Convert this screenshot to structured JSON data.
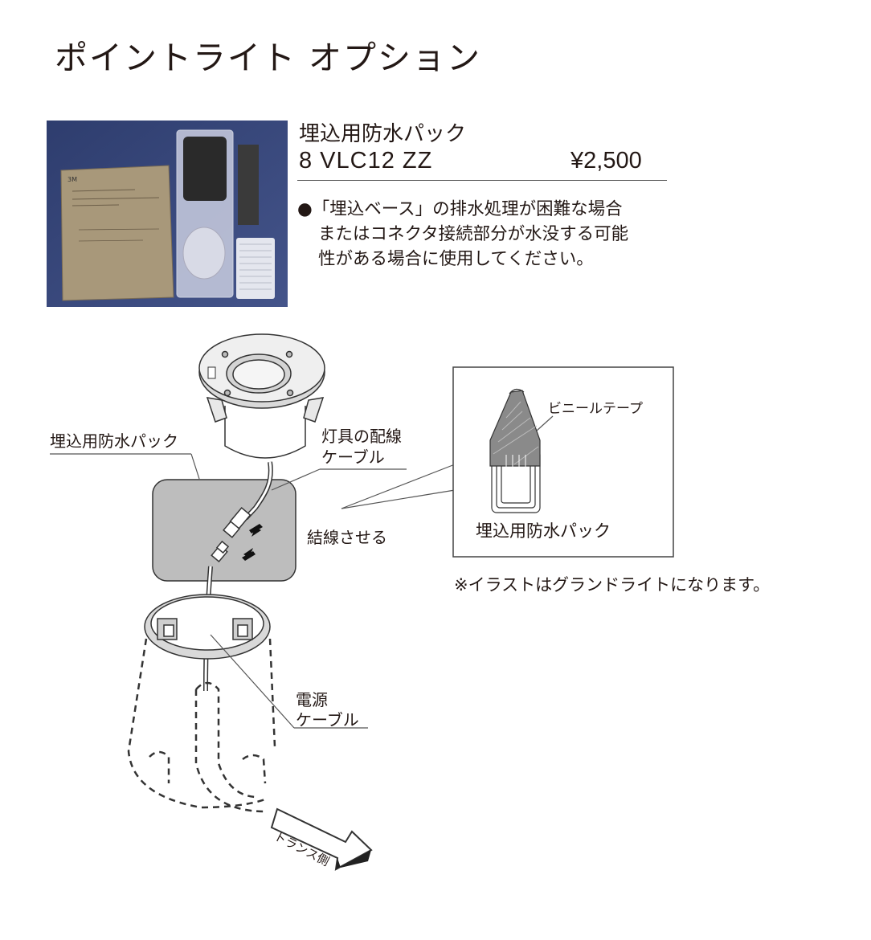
{
  "page": {
    "title": "ポイントライト オプション"
  },
  "product": {
    "name": "埋込用防水パック",
    "code": "8 VLC12 ZZ",
    "price": "¥2,500",
    "description_lines": [
      "●「埋込ベース」の排水処理が困難な場合",
      "またはコネクタ接続部分が水没する可能",
      "性がある場合に使用してください。"
    ]
  },
  "diagram": {
    "labels": {
      "pack": "埋込用防水パック",
      "fixture_cable_1": "灯具の配線",
      "fixture_cable_2": "ケーブル",
      "connect": "結線させる",
      "power_cable_1": "電源",
      "power_cable_2": "ケーブル",
      "transformer_side": "トランス側"
    },
    "inset": {
      "tape": "ビニールテープ",
      "pack": "埋込用防水パック"
    },
    "note": "※イラストはグランドライトになります。"
  },
  "colors": {
    "text": "#231815",
    "pack_gray": "#bdbdbd",
    "photo_bg": "#3a4a7a"
  }
}
